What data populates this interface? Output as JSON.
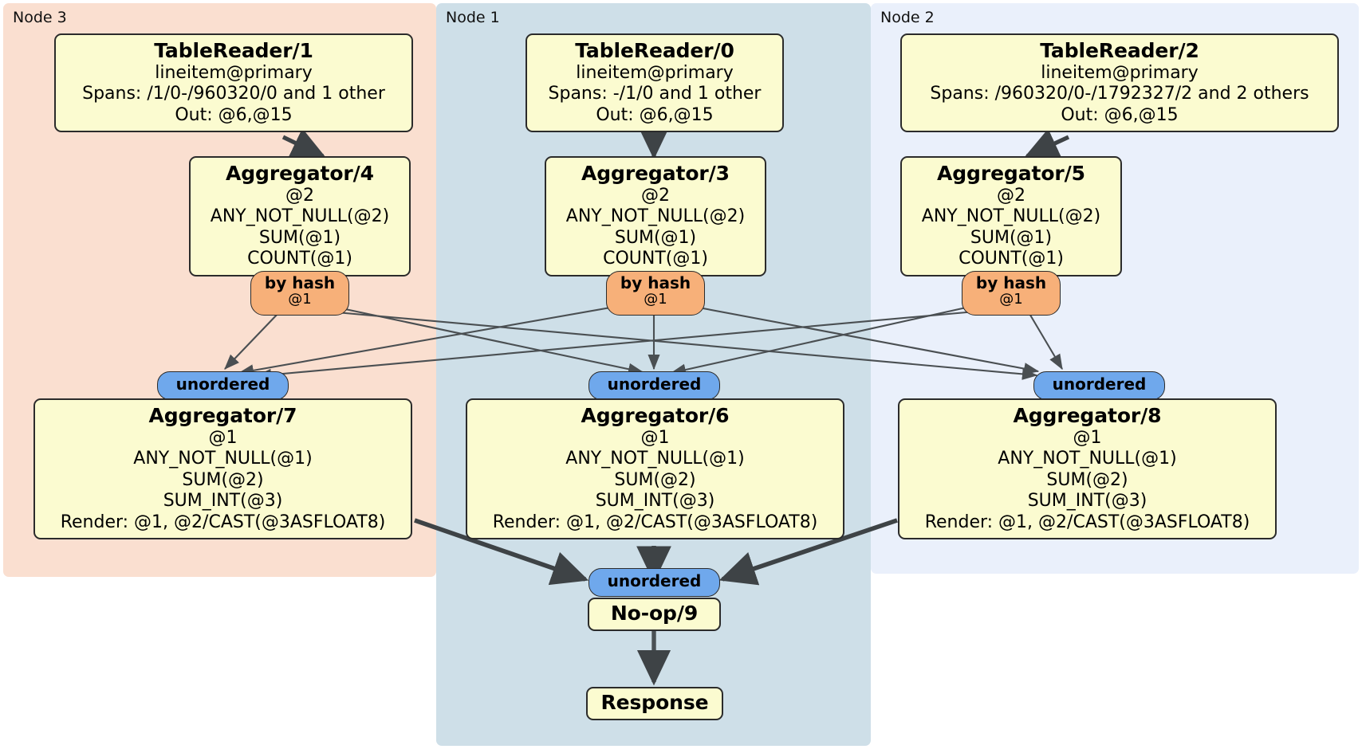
{
  "diagram": {
    "type": "distributed-query-plan",
    "title": "",
    "colors": {
      "node3_panel": "#fadfd0",
      "node1_panel": "#cedfe8",
      "node2_panel": "#eaf0fb",
      "processor_box": "#fbfbd0",
      "hash_router": "#f7b079",
      "unordered_sync": "#6fa8ec",
      "edge": "#3e4346",
      "thin_edge": "#4a4f52",
      "border": "#2b2b2b"
    }
  },
  "panels": [
    {
      "id": "node3",
      "label": "Node 3"
    },
    {
      "id": "node1",
      "label": "Node 1"
    },
    {
      "id": "node2",
      "label": "Node 2"
    }
  ],
  "processors": {
    "table_reader_1": {
      "title": "TableReader/1",
      "lines": [
        "lineitem@primary",
        "Spans: /1/0-/960320/0 and 1 other",
        "Out: @6,@15"
      ]
    },
    "table_reader_0": {
      "title": "TableReader/0",
      "lines": [
        "lineitem@primary",
        "Spans: -/1/0 and 1 other",
        "Out: @6,@15"
      ]
    },
    "table_reader_2": {
      "title": "TableReader/2",
      "lines": [
        "lineitem@primary",
        "Spans: /960320/0-/1792327/2 and 2 others",
        "Out: @6,@15"
      ]
    },
    "aggregator_4": {
      "title": "Aggregator/4",
      "lines": [
        "@2",
        "ANY_NOT_NULL(@2)",
        "SUM(@1)",
        "COUNT(@1)"
      ]
    },
    "aggregator_3": {
      "title": "Aggregator/3",
      "lines": [
        "@2",
        "ANY_NOT_NULL(@2)",
        "SUM(@1)",
        "COUNT(@1)"
      ]
    },
    "aggregator_5": {
      "title": "Aggregator/5",
      "lines": [
        "@2",
        "ANY_NOT_NULL(@2)",
        "SUM(@1)",
        "COUNT(@1)"
      ]
    },
    "aggregator_7": {
      "title": "Aggregator/7",
      "lines": [
        "@1",
        "ANY_NOT_NULL(@1)",
        "SUM(@2)",
        "SUM_INT(@3)",
        "Render: @1, @2/CAST(@3ASFLOAT8)"
      ]
    },
    "aggregator_6": {
      "title": "Aggregator/6",
      "lines": [
        "@1",
        "ANY_NOT_NULL(@1)",
        "SUM(@2)",
        "SUM_INT(@3)",
        "Render: @1, @2/CAST(@3ASFLOAT8)"
      ]
    },
    "aggregator_8": {
      "title": "Aggregator/8",
      "lines": [
        "@1",
        "ANY_NOT_NULL(@1)",
        "SUM(@2)",
        "SUM_INT(@3)",
        "Render: @1, @2/CAST(@3ASFLOAT8)"
      ]
    },
    "noop_9": {
      "title": "No-op/9",
      "lines": []
    },
    "response": {
      "title": "Response",
      "lines": []
    }
  },
  "routers": {
    "hash_left": {
      "label": "by hash",
      "sub": "@1"
    },
    "hash_mid": {
      "label": "by hash",
      "sub": "@1"
    },
    "hash_right": {
      "label": "by hash",
      "sub": "@1"
    },
    "sync_left": {
      "label": "unordered"
    },
    "sync_mid": {
      "label": "unordered"
    },
    "sync_right": {
      "label": "unordered"
    },
    "sync_final": {
      "label": "unordered"
    }
  }
}
